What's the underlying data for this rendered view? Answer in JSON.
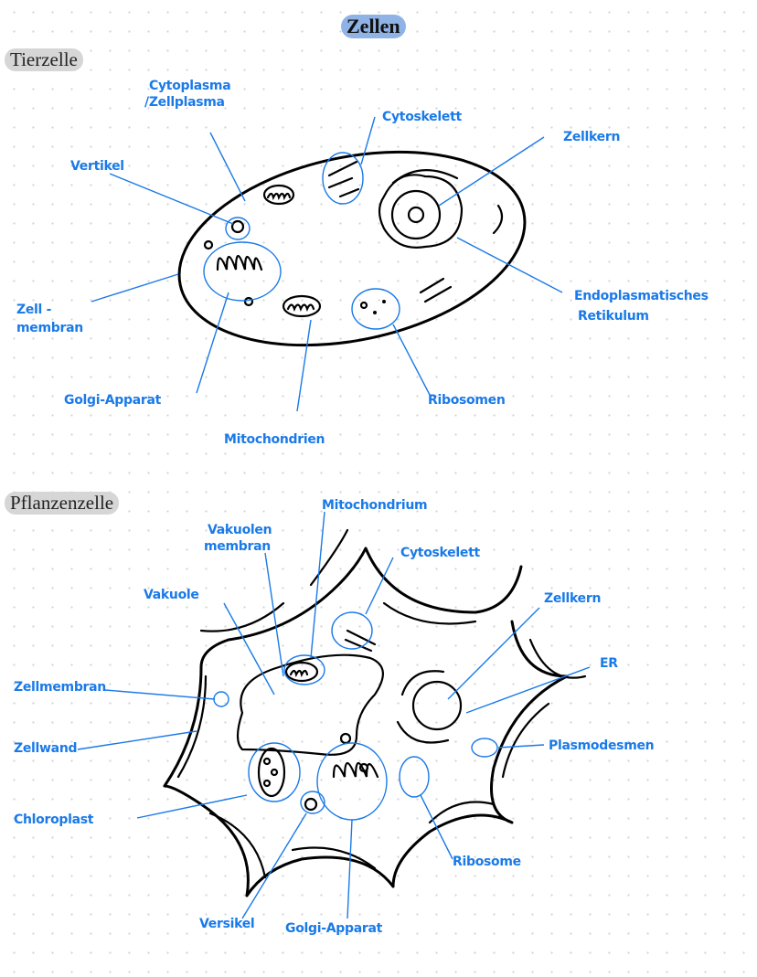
{
  "title": "Zellen",
  "animal_cell": {
    "heading": "Tierzelle",
    "labels": {
      "cytoplasma_1": "Cytoplasma",
      "cytoplasma_2": "/Zellplasma",
      "cytoskelett": "Cytoskelett",
      "zellkern": "Zellkern",
      "vesikel": "Vertikel",
      "membran_1": "Zell -",
      "membran_2": "membran",
      "er_1": "Endoplasmatisches",
      "er_2": "Retikulum",
      "golgi": "Golgi-Apparat",
      "ribosomen": "Ribosomen",
      "mitochondrien": "Mitochondrien"
    }
  },
  "plant_cell": {
    "heading": "Pflanzenzelle",
    "labels": {
      "mitochondrium": "Mitochondrium",
      "vakuolenmembran_1": "Vakuolen",
      "vakuolenmembran_2": "membran",
      "cytoskelett": "Cytoskelett",
      "vakuole": "Vakuole",
      "zellkern": "Zellkern",
      "er": "ER",
      "zellmembran": "Zellmembran",
      "zellwand": "Zellwand",
      "plasmodesmen": "Plasmodesmen",
      "chloroplast": "Chloroplast",
      "ribosome": "Ribosome",
      "vesikel": "Versikel",
      "golgi": "Golgi-Apparat"
    }
  },
  "colors": {
    "label": "#1a7ae8",
    "title_bg": "#8fb3e6",
    "section_bg": "#d6d6d6"
  }
}
